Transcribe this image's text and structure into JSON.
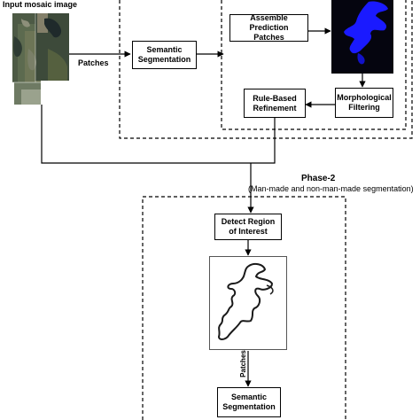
{
  "input": {
    "title": "Input mosaic image"
  },
  "labels": {
    "patches_h": "Patches",
    "patches_v": "Patches"
  },
  "phase1": {
    "semantic_segmentation": "Semantic\nSegmentation",
    "assemble": "Assemble Prediction\nPatches",
    "morphological": "Morphological\nFiltering",
    "rule_based": "Rule-Based\nRefinement"
  },
  "phase2": {
    "title": "Phase-2",
    "subtitle": "(Man-made and non-man-made segmentation)",
    "detect_roi": "Detect Region\nof Interest",
    "semantic_segmentation": "Semantic\nSegmentation"
  },
  "colors": {
    "prediction_bg": "#05050f",
    "prediction_water": "#1a1aff",
    "boundary": "#1a1a1a"
  }
}
